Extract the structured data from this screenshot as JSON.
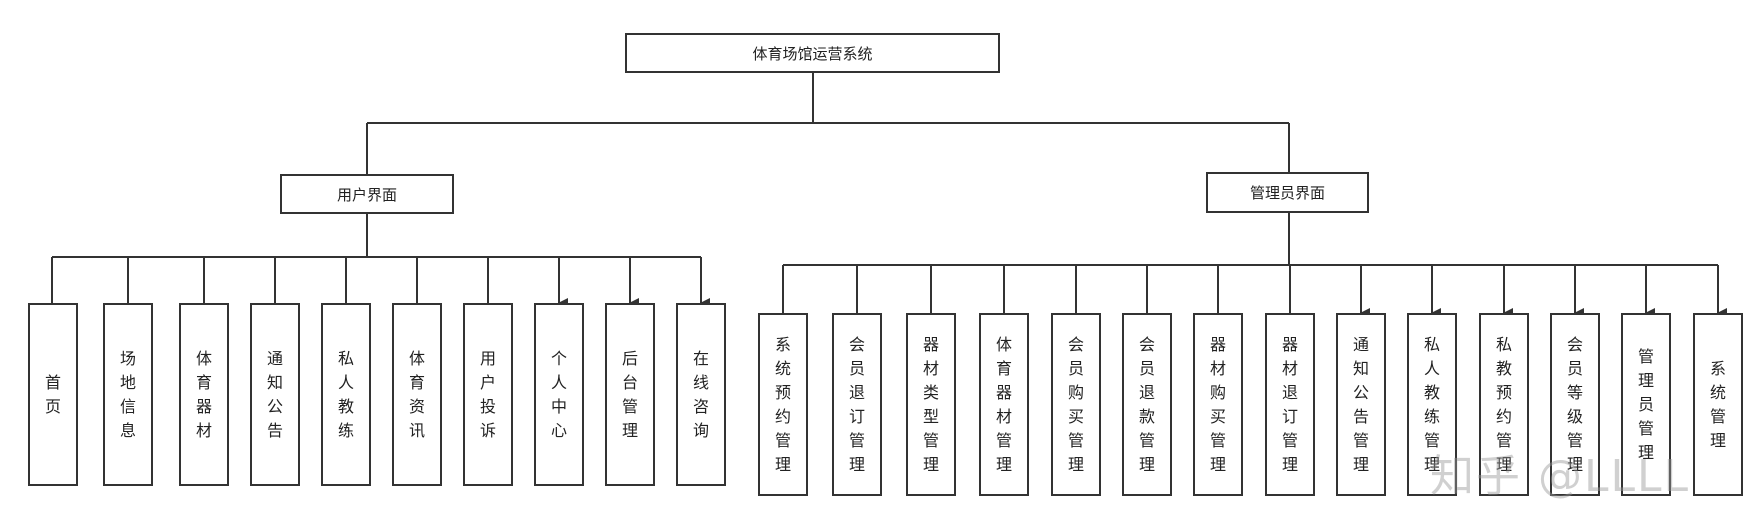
{
  "root": {
    "label": "体育场馆运营系统"
  },
  "branches": {
    "user": {
      "label": "用户界面",
      "children": [
        "首页",
        "场地信息",
        "体育器材",
        "通知公告",
        "私人教练",
        "体育资讯",
        "用户投诉",
        "个人中心",
        "后台管理",
        "在线咨询"
      ]
    },
    "admin": {
      "label": "管理员界面",
      "children": [
        "系统预约管理",
        "会员退订管理",
        "器材类型管理",
        "体育器材管理",
        "会员购买管理",
        "会员退款管理",
        "器材购买管理",
        "器材退订管理",
        "通知公告管理",
        "私人教练管理",
        "私教预约管理",
        "会员等级管理",
        "管理员管理",
        "系统管理"
      ]
    }
  },
  "watermark": "知乎 @LLLL"
}
